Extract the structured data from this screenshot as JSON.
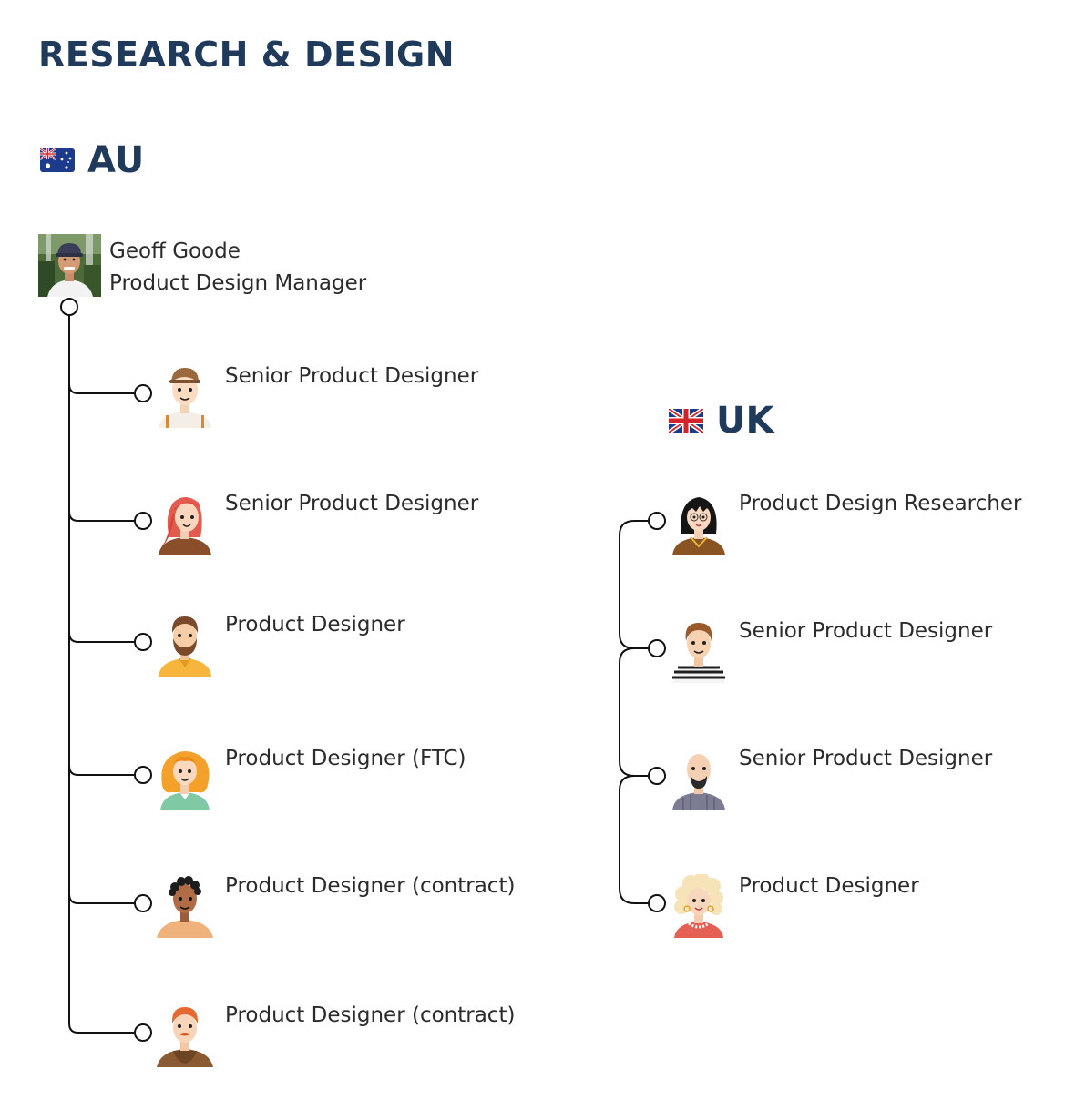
{
  "page": {
    "title": "RESEARCH & DESIGN"
  },
  "colors": {
    "heading": "#1f3a5a",
    "text": "#2b2b2b",
    "line": "#111111"
  },
  "au": {
    "region": "AU",
    "flag_icon": "australia-flag-icon",
    "manager": {
      "name": "Geoff Goode",
      "title": "Product Design Manager",
      "photo_icon": "manager-photo"
    },
    "members": [
      {
        "role": "Senior Product Designer",
        "avatar": "avatar-man-cap"
      },
      {
        "role": "Senior Product Designer",
        "avatar": "avatar-woman-red-hair"
      },
      {
        "role": "Product Designer",
        "avatar": "avatar-man-beard"
      },
      {
        "role": "Product Designer (FTC)",
        "avatar": "avatar-woman-orange-hair"
      },
      {
        "role": "Product Designer (contract)",
        "avatar": "avatar-man-curly-hair"
      },
      {
        "role": "Product Designer (contract)",
        "avatar": "avatar-man-mustache"
      }
    ]
  },
  "uk": {
    "region": "UK",
    "flag_icon": "uk-flag-icon",
    "members": [
      {
        "role": "Product Design Researcher",
        "avatar": "avatar-woman-black-hair"
      },
      {
        "role": "Senior Product Designer",
        "avatar": "avatar-man-striped-shirt"
      },
      {
        "role": "Senior Product Designer",
        "avatar": "avatar-man-bald-beard"
      },
      {
        "role": "Product Designer",
        "avatar": "avatar-woman-curly-blonde"
      }
    ]
  }
}
